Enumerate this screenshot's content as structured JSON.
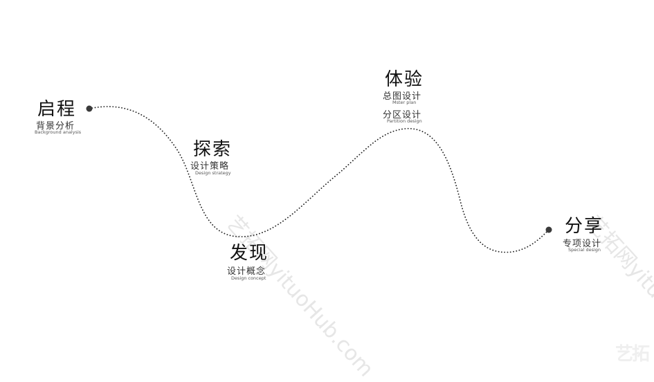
{
  "stages": [
    {
      "id": "qicheng",
      "title": "启程",
      "zh": "背景分析",
      "en": "Background analysis"
    },
    {
      "id": "tansuo",
      "title": "探索",
      "zh": "设计策略",
      "en": "Design strategy"
    },
    {
      "id": "faxian",
      "title": "发现",
      "zh": "设计概念",
      "en": "Design concept"
    },
    {
      "id": "tiyan",
      "title": "体验",
      "zh": "总图设计",
      "en": "Mster plan",
      "zh2": "分区设计",
      "en2": "Partition design"
    },
    {
      "id": "fenxiang",
      "title": "分享",
      "zh": "专项设计",
      "en": "Special design"
    }
  ],
  "watermarks": {
    "center": "艺拓网yituoHub.com",
    "right": "艺拓网yitu",
    "corner": "艺拓"
  },
  "colors": {
    "path": "#222222",
    "dot": "#3a3a3a",
    "text": "#111111",
    "watermark": "#e6e6e6"
  }
}
